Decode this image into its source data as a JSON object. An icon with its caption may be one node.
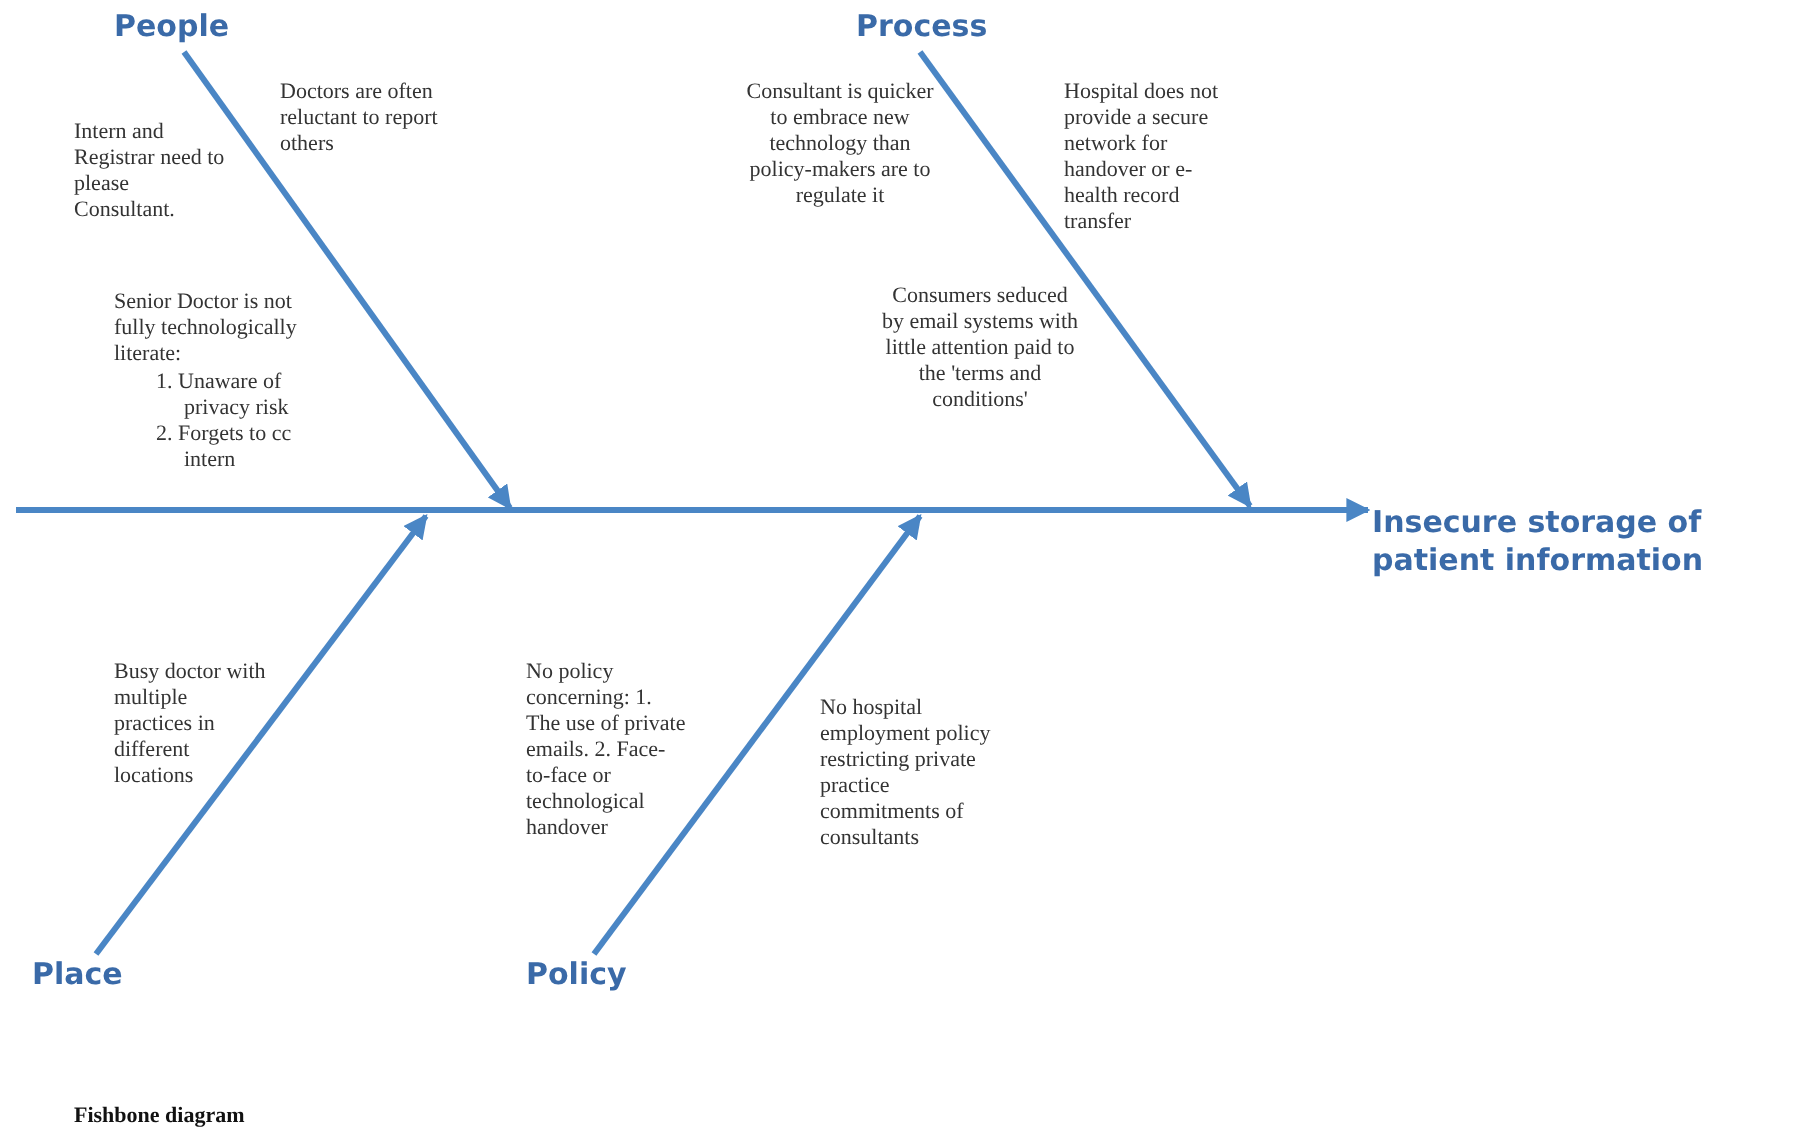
{
  "diagram": {
    "caption": "Fishbone diagram",
    "nodes": [
      {
        "text": [
          "People"
        ]
      },
      {
        "text": [
          "Process"
        ]
      },
      {
        "text": [
          "Place"
        ]
      },
      {
        "text": [
          "Policy"
        ]
      },
      {
        "text": [
          "Insecure storage of patient information"
        ]
      }
    ],
    "edges": [
      {
        "from": 0,
        "to": null,
        "arrow": "to"
      },
      {
        "from": 1,
        "to": null,
        "arrow": "to"
      },
      {
        "from": 2,
        "to": null,
        "arrow": "to"
      },
      {
        "from": 3,
        "to": null,
        "arrow": "to"
      },
      {
        "from": null,
        "to": 4,
        "arrow": "to"
      }
    ],
    "labels": [
      "Doctors are often reluctant to report others",
      "Consultant is quicker to embrace new technology than policy-makers are to regulate it",
      "Hospital does not provide a secure network for handover or e-health record transfer",
      "Intern and Registrar need to please Consultant.",
      "Senior Doctor is not fully technologically literate:",
      "1. Unaware of privacy risk",
      "2. Forgets to cc intern",
      "Consumers seduced by email systems with little attention paid to the 'terms and conditions'",
      "Busy doctor with multiple practices in different locations",
      "No policy concerning: 1. The use of private emails. 2. Face-to-face or technological handover",
      "No hospital employment policy restricting private practice commitments of consultants"
    ]
  }
}
